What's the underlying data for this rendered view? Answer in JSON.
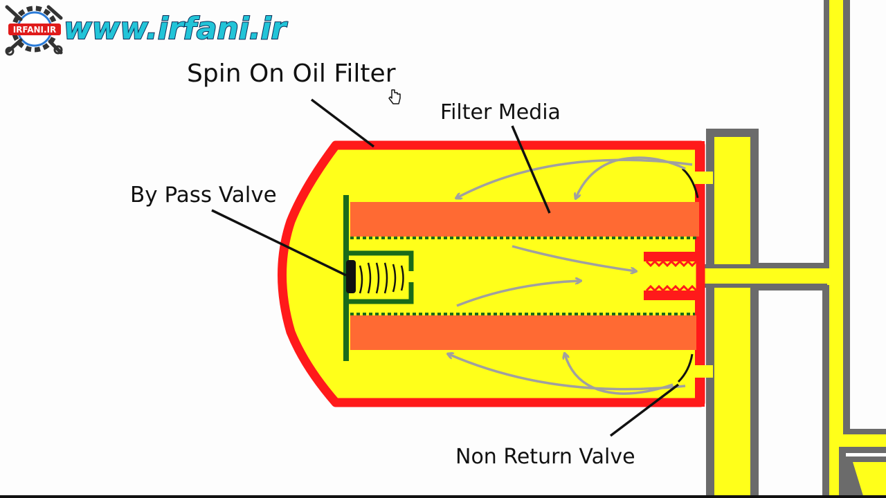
{
  "watermark": {
    "badge_text": "IRFANI.IR",
    "url": "www.irfani.ir"
  },
  "labels": {
    "spin_on_oil_filter": "Spin On Oil Filter",
    "filter_media": "Filter Media",
    "by_pass_valve": "By Pass Valve",
    "non_return_valve": "Non Return Valve"
  },
  "colors": {
    "housing_outline": "#ff1a1a",
    "oil": "#ffff1a",
    "filter_media": "#ff6a33",
    "bypass_valve": "#1a6b1a",
    "engine_block": "#6b6b6b",
    "flow_arrows": "#a0a0a0",
    "url_text": "#22c4d8"
  }
}
